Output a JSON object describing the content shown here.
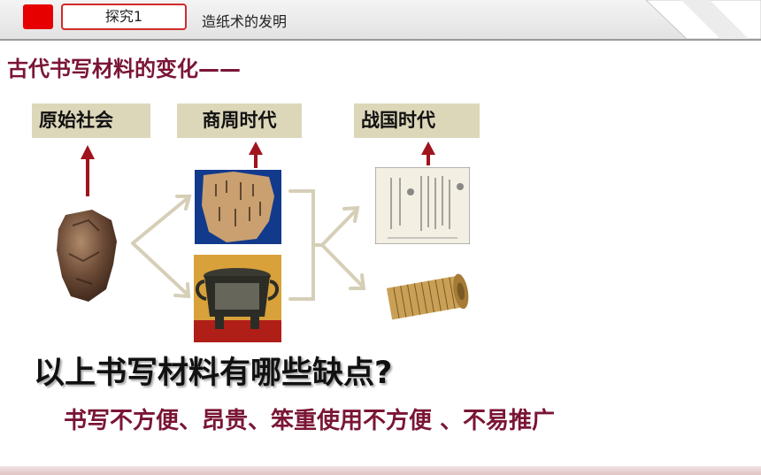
{
  "header": {
    "tab_label": "探究1",
    "breadcrumb": "造纸术的发明"
  },
  "heading": "古代书写材料的变化——",
  "eras": [
    {
      "label": "原始社会"
    },
    {
      "label": "商周时代"
    },
    {
      "label": "战国时代"
    }
  ],
  "question": "以上书写材料有哪些缺点?",
  "answer": "书写不方便、昂贵、笨重使用不方便 、不易推广",
  "colors": {
    "accent": "#7a1535",
    "arrow_red": "#a0141e",
    "connector": "#d6cfb8",
    "era_box": "#ddd7ba"
  }
}
